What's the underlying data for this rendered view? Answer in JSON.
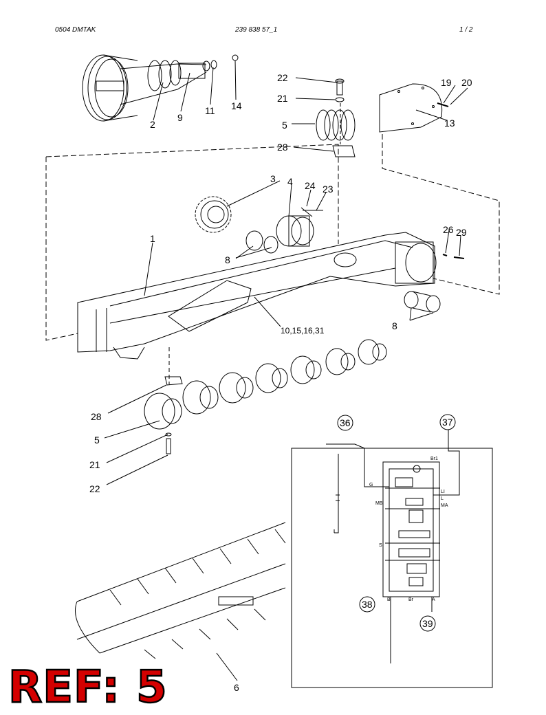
{
  "header": {
    "left": "0504   DMTAK",
    "center": "239 838 57_1",
    "right": "1   / 2"
  },
  "callouts": {
    "c1": "1",
    "c2": "2",
    "c3": "3",
    "c4": "4",
    "c5": "5",
    "c5b": "5",
    "c6": "6",
    "c8": "8",
    "c8b": "8",
    "c9": "9",
    "c11": "11",
    "c13": "13",
    "c14": "14",
    "c19": "19",
    "c20": "20",
    "c21": "21",
    "c21b": "21",
    "c22": "22",
    "c22b": "22",
    "c23": "23",
    "c24": "24",
    "c26": "26",
    "c28": "28",
    "c28b": "28",
    "c29": "29",
    "c10": "10,15,16,31"
  },
  "schematic": {
    "bubbles": {
      "b36": "36",
      "b37": "37",
      "b38": "38",
      "b39": "39"
    },
    "ports": {
      "br1": "Br1",
      "li": "LI",
      "l": "L",
      "ma": "MA",
      "mb": "MB",
      "g": "G",
      "s": "S",
      "b": "B",
      "br": "Br",
      "a": "A"
    }
  },
  "ref_label": "REF: 5"
}
